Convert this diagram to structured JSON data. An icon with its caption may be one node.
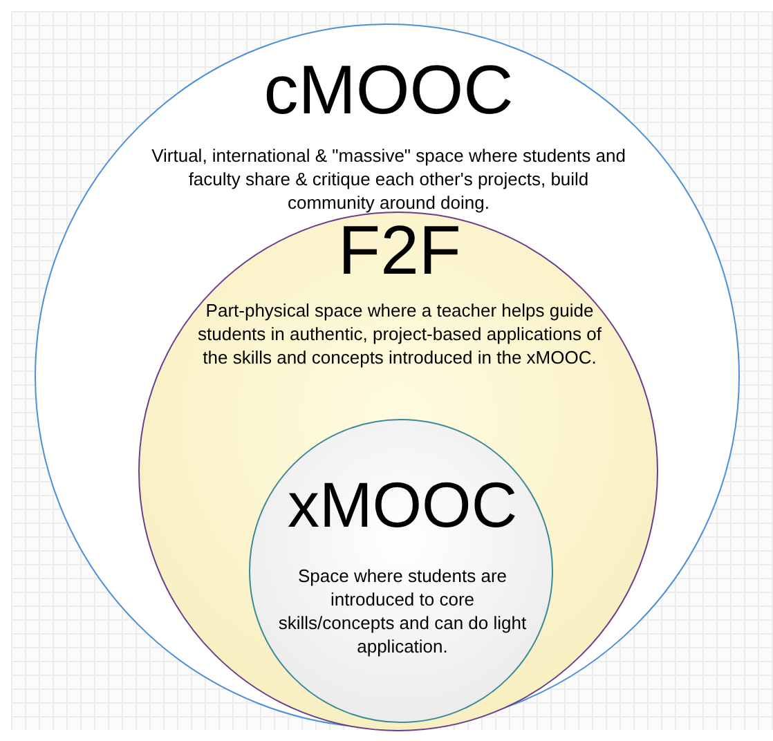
{
  "diagram": {
    "nodes": [
      {
        "text": [
          "cMOOC",
          "Virtual, international & \"massive\" space where students and faculty share & critique each other's projects, build community around doing."
        ]
      },
      {
        "text": [
          "F2F",
          "Part-physical space where a teacher helps guide students in authentic, project-based applications of the skills and concepts introduced in the xMOOC."
        ],
        "in": 0
      },
      {
        "text": [
          "xMOOC",
          "Space where students are introduced to core skills/concepts and can do light application."
        ],
        "in": 1
      }
    ]
  }
}
